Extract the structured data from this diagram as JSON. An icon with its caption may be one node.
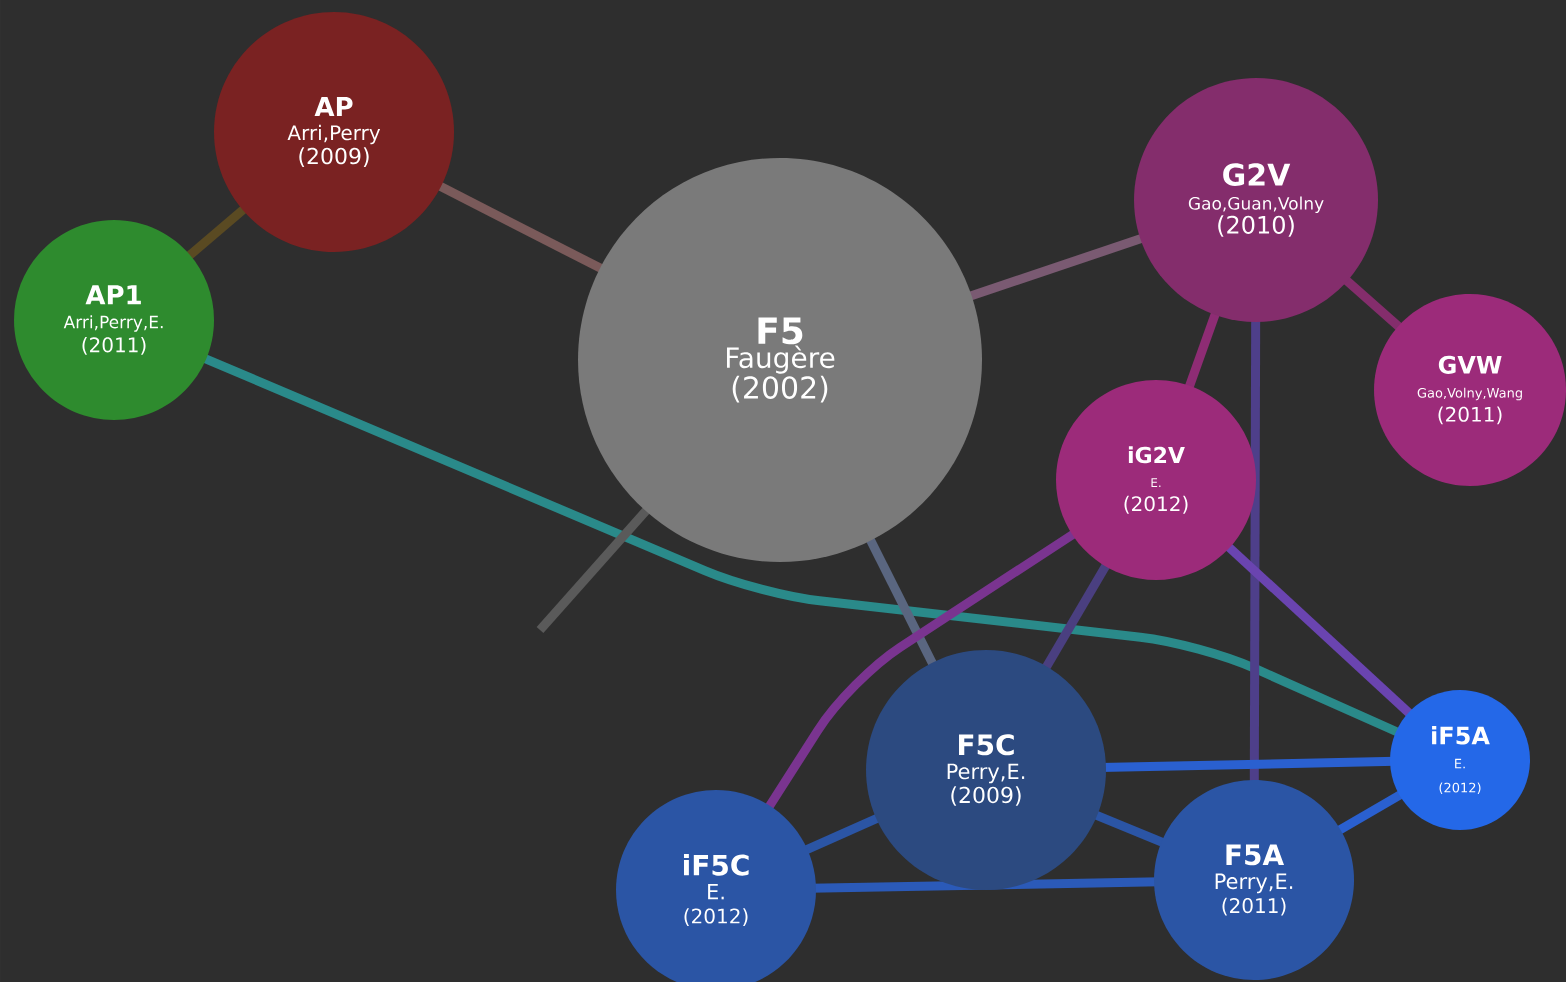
{
  "diagram": {
    "nodes": [
      {
        "text": [
          "AP",
          "Arri,Perry",
          "(2009)"
        ]
      },
      {
        "text": [
          "AP1",
          "Arri,Perry,E.",
          "(2011)"
        ]
      },
      {
        "text": [
          "F5",
          "Faugère",
          "(2002)"
        ]
      },
      {
        "text": [
          "G2V",
          "Gao,Guan,Volny",
          "(2010)"
        ]
      },
      {
        "text": [
          "GVW",
          "Gao,Volny,Wang",
          "(2011)"
        ]
      },
      {
        "text": [
          "iG2V",
          "E.",
          "(2012)"
        ]
      },
      {
        "text": [
          "F5C",
          "Perry,E.",
          "(2009)"
        ]
      },
      {
        "text": [
          "iF5C",
          "E.",
          "(2012)"
        ]
      },
      {
        "text": [
          "F5A",
          "Perry,E.",
          "(2011)"
        ]
      },
      {
        "text": [
          "iF5A",
          "E.",
          "(2012)"
        ]
      }
    ],
    "edges": [
      {
        "from": 0,
        "to": 1,
        "arrow": "none",
        "color": "#5a4a22"
      },
      {
        "from": 0,
        "to": 2,
        "arrow": "none",
        "color": "#7a5a5a"
      },
      {
        "from": 1,
        "to": 9,
        "arrow": "none",
        "color": "#2a8a8a"
      },
      {
        "from": 2,
        "to": 3,
        "arrow": "none",
        "color": "#7a5a72"
      },
      {
        "from": 2,
        "to": 6,
        "arrow": "none",
        "color": "#5a6680"
      },
      {
        "from": 2,
        "to": null,
        "arrow": "none",
        "color": "#5a5a5a"
      },
      {
        "from": 3,
        "to": 4,
        "arrow": "none",
        "color": "#842d6c"
      },
      {
        "from": 3,
        "to": 5,
        "arrow": "none",
        "color": "#8e2c74"
      },
      {
        "from": 3,
        "to": 8,
        "arrow": "none",
        "color": "#4e3f8a"
      },
      {
        "from": 5,
        "to": 7,
        "arrow": "none",
        "color": "#7a3490"
      },
      {
        "from": 5,
        "to": 6,
        "arrow": "none",
        "color": "#4a3f80"
      },
      {
        "from": 5,
        "to": 9,
        "arrow": "none",
        "color": "#6a44b0"
      },
      {
        "from": 7,
        "to": 6,
        "arrow": "none",
        "color": "#2b55a5"
      },
      {
        "from": 7,
        "to": 8,
        "arrow": "none",
        "color": "#2b5ab8"
      },
      {
        "from": 6,
        "to": 8,
        "arrow": "none",
        "color": "#2b55a5"
      },
      {
        "from": 6,
        "to": 9,
        "arrow": "none",
        "color": "#2a60d0"
      },
      {
        "from": 8,
        "to": 9,
        "arrow": "none",
        "color": "#2a60d0"
      }
    ]
  }
}
